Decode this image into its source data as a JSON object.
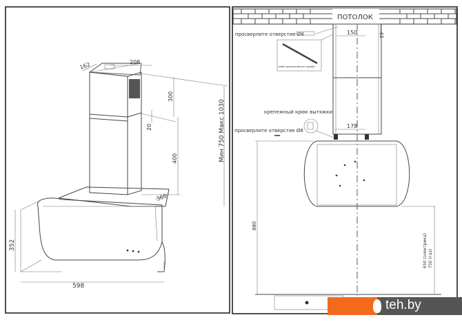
{
  "left_view": {
    "dim_depth": "162",
    "dim_width_top": "208",
    "dim_upper_chimney": "300",
    "dim_overlap": "20",
    "dim_lower_chimney": "400",
    "dim_total_height": "Мин 750   Макс 1030",
    "dim_hood_depth": "360",
    "dim_hood_width": "598",
    "dim_hood_height": "352"
  },
  "right_view": {
    "ceiling_label": "ПОТОЛОК",
    "drill_top_label": "просверлите отверстие Ø8",
    "bracket_caption": "скоба декоративного короба",
    "dim_top_bracket": "150",
    "dim_ceiling_offset": "13",
    "hook_label": "крепежный крюк вытяжки",
    "drill_bottom_label": "просверлите отверстие Ø8",
    "dim_hook_spacing": "178",
    "dim_880": "880",
    "dim_cooktop_electric": "650 (электрика)",
    "dim_cooktop_gas": "750 (газ)"
  },
  "watermark": {
    "text": "teh.by",
    "accent": "#f26b1d"
  }
}
